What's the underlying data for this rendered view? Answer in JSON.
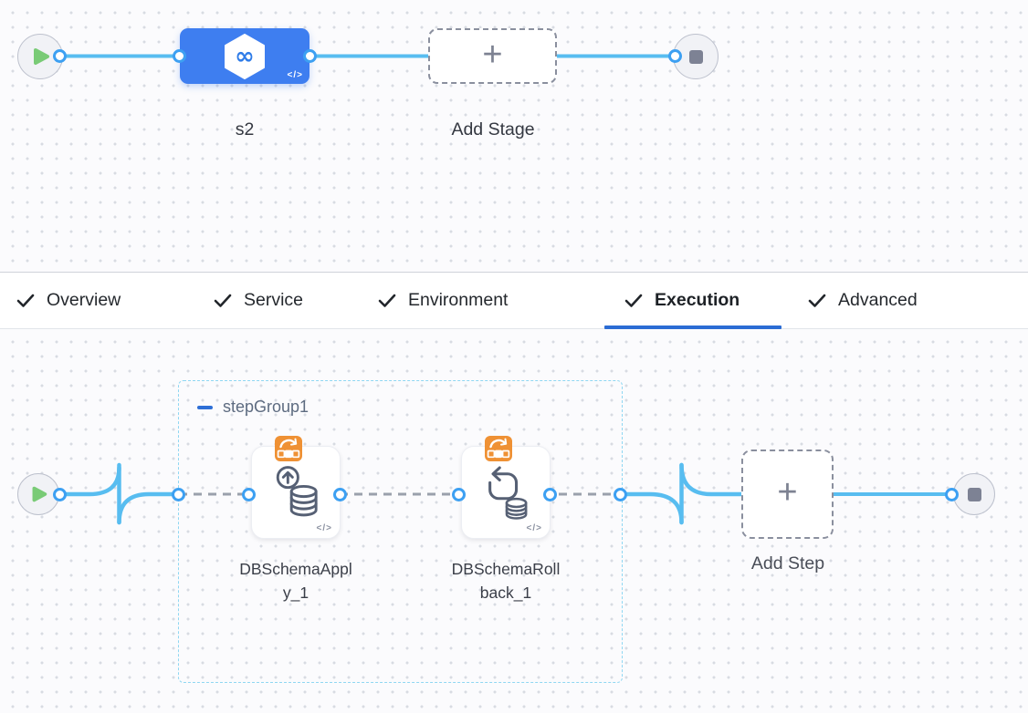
{
  "colors": {
    "stage_blue": "#3e7ef0",
    "connector_blue": "#58bdf0",
    "port_blue": "#3da0f2",
    "active_tab_underline": "#2b6cd4",
    "step_group_border": "#8fd7f2",
    "strategy_badge_orange": "#ef9134",
    "play_green": "#79cb76",
    "icon_stroke_gray": "#566074"
  },
  "stage_graph": {
    "stage_label": "s2",
    "stage_code_icon": "</>",
    "add_stage_label": "Add Stage",
    "plus": "+"
  },
  "tabs": [
    {
      "label": "Overview",
      "checked": true,
      "active": false
    },
    {
      "label": "Service",
      "checked": true,
      "active": false
    },
    {
      "label": "Environment",
      "checked": true,
      "active": false
    },
    {
      "label": "Execution",
      "checked": true,
      "active": true
    },
    {
      "label": "Advanced",
      "checked": true,
      "active": false
    }
  ],
  "execution_graph": {
    "step_group_label": "stepGroup1",
    "steps": [
      {
        "label": "DBSchemaApply_1",
        "code_icon": "</>"
      },
      {
        "label": "DBSchemaRollback_1",
        "code_icon": "</>"
      }
    ],
    "add_step_label": "Add Step",
    "plus": "+"
  }
}
